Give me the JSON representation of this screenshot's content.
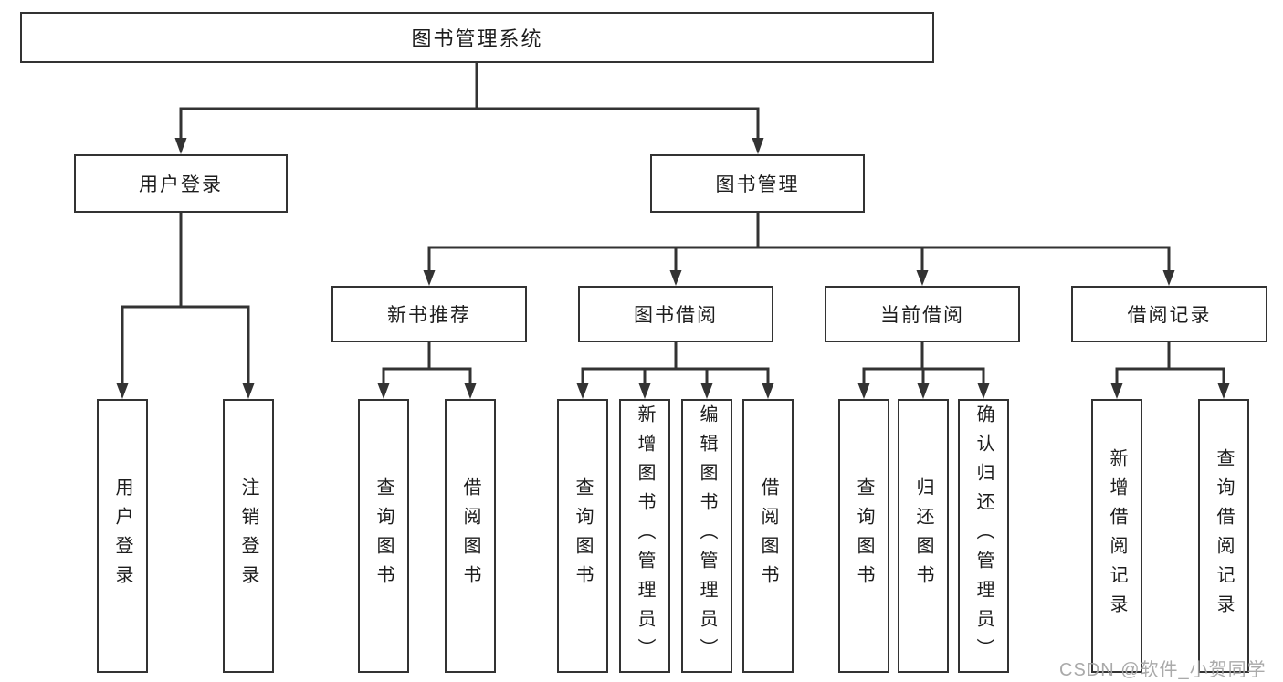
{
  "diagram": {
    "root": "图书管理系统",
    "user_login": {
      "label": "用户登录",
      "children": [
        "用户登录",
        "注销登录"
      ]
    },
    "book_management": {
      "label": "图书管理",
      "sections": {
        "new_book_recommend": {
          "label": "新书推荐",
          "children": [
            "查询图书",
            "借阅图书"
          ]
        },
        "book_borrowing": {
          "label": "图书借阅",
          "children": [
            "查询图书",
            "新增图书（管理员）",
            "编辑图书（管理员）",
            "借阅图书"
          ]
        },
        "current_borrowing": {
          "label": "当前借阅",
          "children": [
            "查询图书",
            "归还图书",
            "确认归还（管理员）"
          ]
        },
        "borrowing_records": {
          "label": "借阅记录",
          "children": [
            "新增借阅记录",
            "查询借阅记录"
          ]
        }
      }
    }
  },
  "watermark": "CSDN @软件_小贺同学",
  "colors": {
    "line": "#333333",
    "box_border": "#333333",
    "text": "#1d1d1d",
    "watermark": "#a3a3a3",
    "background": "#ffffff"
  }
}
